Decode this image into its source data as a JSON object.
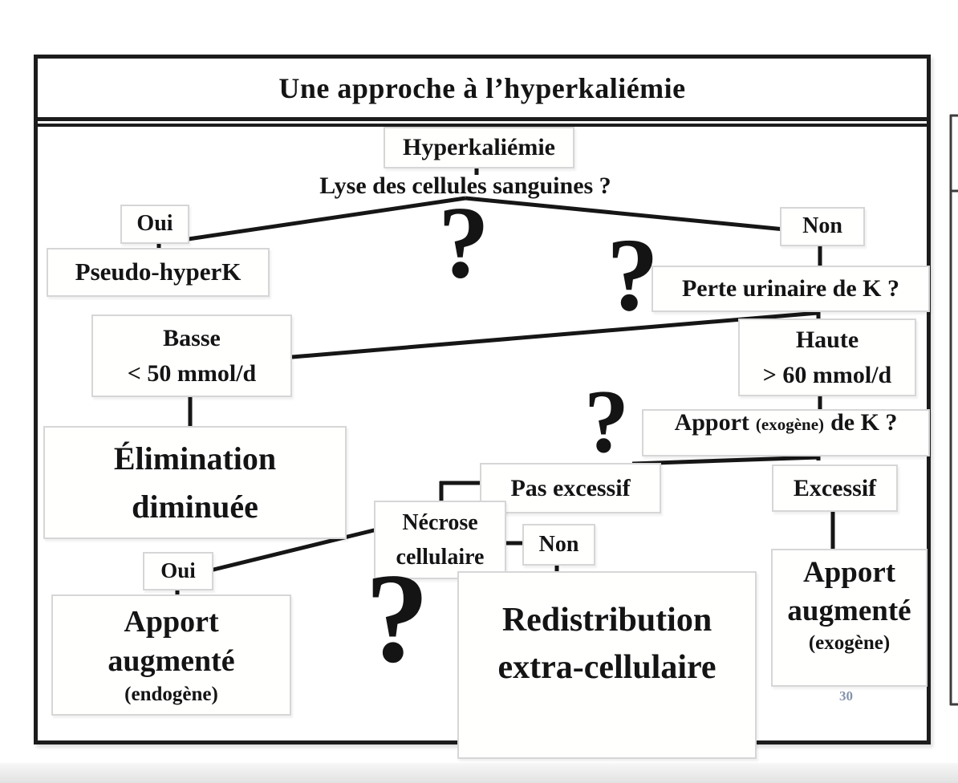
{
  "slide": {
    "title": "Une approche à l’hyperkaliémie",
    "page_number": "30"
  },
  "nodes": {
    "hyperkaliemie": {
      "label": "Hyperkaliémie"
    },
    "lyse_question": {
      "label": "Lyse des cellules sanguines ?"
    },
    "oui_top": {
      "label": "Oui"
    },
    "pseudo_hyperk": {
      "label": "Pseudo-hyperK"
    },
    "non_top": {
      "label": "Non"
    },
    "perte_urinaire_question": {
      "label": "Perte urinaire de K ?"
    },
    "basse": {
      "line1": "Basse",
      "line2": "< 50 mmol/d"
    },
    "haute": {
      "line1": "Haute",
      "line2": "> 60 mmol/d"
    },
    "elimination_diminuee": {
      "line1": "Élimination",
      "line2": "diminuée"
    },
    "apport_k_question": {
      "prefix": "Apport",
      "paren": "(exogène)",
      "suffix": "de K ?"
    },
    "pas_excessif": {
      "label": "Pas excessif"
    },
    "excessif": {
      "label": "Excessif"
    },
    "necrose_cellulaire": {
      "line1": "Nécrose",
      "line2": "cellulaire"
    },
    "non_redistribution": {
      "label": "Non"
    },
    "oui_necrose": {
      "label": "Oui"
    },
    "apport_augmente_endogene": {
      "line1": "Apport",
      "line2": "augmenté",
      "sub": "(endogène)"
    },
    "redistribution": {
      "line1": "Redistribution",
      "line2": "extra-cellulaire"
    },
    "apport_augmente_exogene": {
      "line1": "Apport",
      "line2": "augmenté",
      "sub": "(exogène)"
    },
    "question_mark": "?"
  },
  "colors": {
    "frame_border": "#1c1c1c",
    "box_border": "#d6d6d6",
    "connector": "#161616",
    "text": "#141414",
    "page_number": "#8593ad"
  }
}
